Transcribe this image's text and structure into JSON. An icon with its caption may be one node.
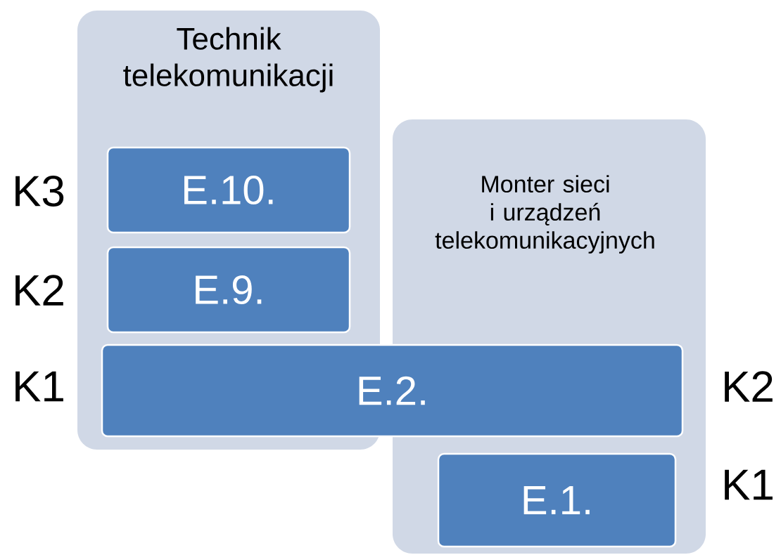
{
  "diagram": {
    "nodes": [
      {
        "text": [
          "Technik telekomunikacji"
        ]
      },
      {
        "text": [
          "Monter sieci i urządzeń telekomunikacyjnych"
        ]
      },
      {
        "text": [
          "E.10."
        ],
        "in": 0
      },
      {
        "text": [
          "E.9."
        ],
        "in": 0
      },
      {
        "text": [
          "E.2."
        ]
      },
      {
        "text": [
          "E.1."
        ],
        "in": 1
      }
    ],
    "labels": [
      "K3",
      "K2",
      "K1",
      "K2",
      "K1"
    ]
  }
}
